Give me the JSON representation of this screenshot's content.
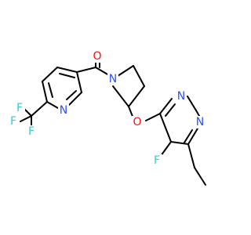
{
  "atoms": {
    "F1": {
      "label": "F",
      "color": "#33cccc"
    },
    "F2": {
      "label": "F",
      "color": "#33cccc"
    },
    "F3": {
      "label": "F",
      "color": "#33cccc"
    },
    "F4": {
      "label": "F",
      "color": "#33cccc"
    },
    "N_py": {
      "label": "N",
      "color": "#3050f8"
    },
    "O_carbonyl": {
      "label": "O",
      "color": "#ff0d0d"
    },
    "N_pyrrolidine": {
      "label": "N",
      "color": "#3050f8"
    },
    "O_ether": {
      "label": "O",
      "color": "#ff0d0d"
    },
    "N_pm1": {
      "label": "N",
      "color": "#3050f8"
    },
    "N_pm2": {
      "label": "N",
      "color": "#3050f8"
    }
  }
}
